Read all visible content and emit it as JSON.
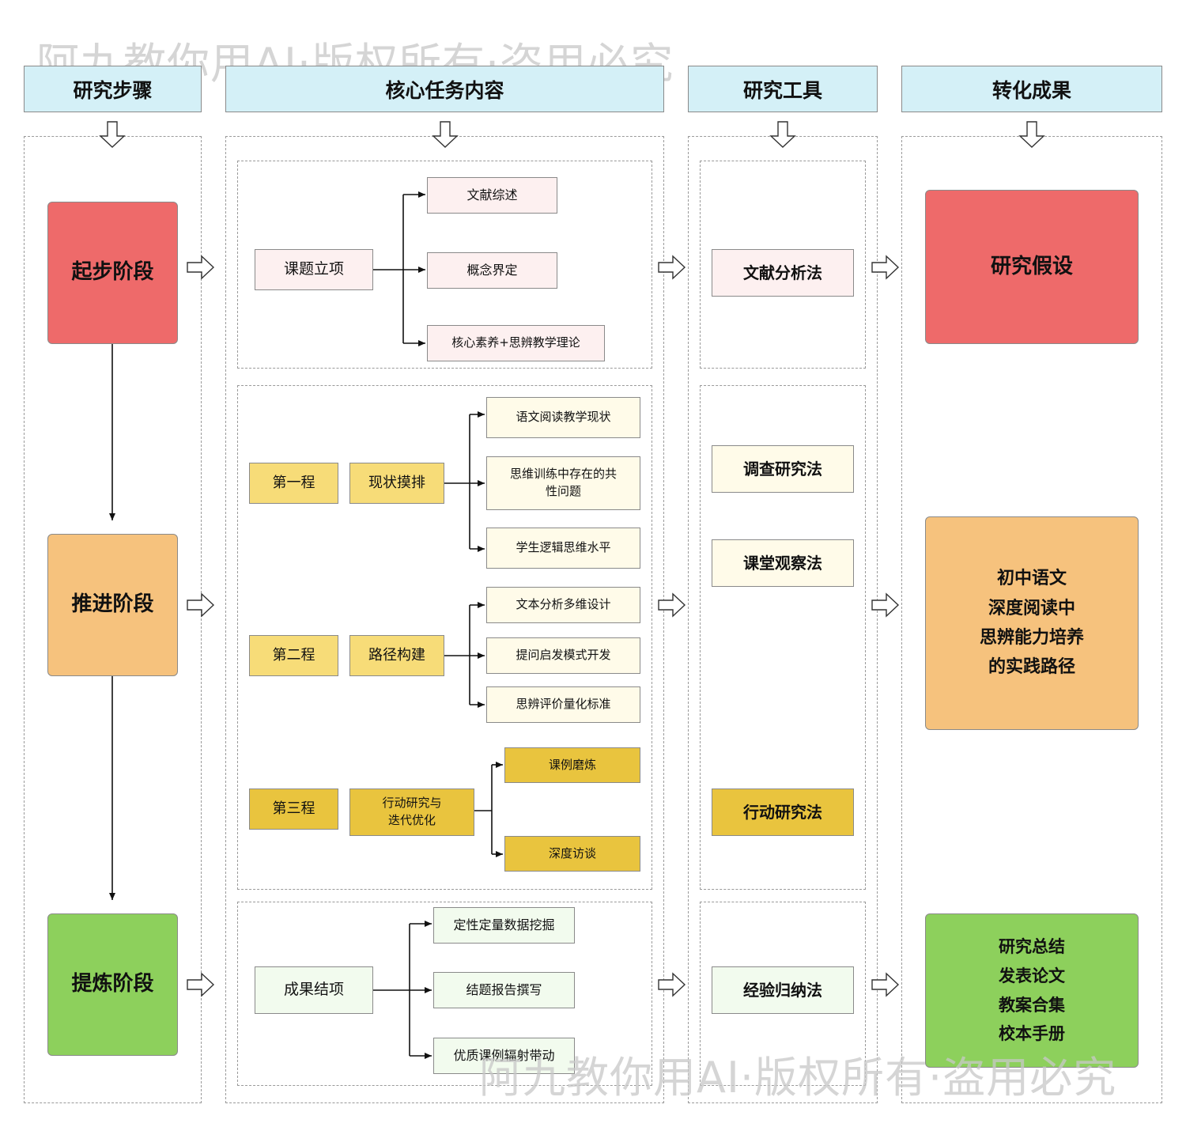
{
  "watermark": "阿九教你用AI·版权所有·盗用必究",
  "headers": {
    "steps": "研究步骤",
    "tasks": "核心任务内容",
    "tools": "研究工具",
    "outcomes": "转化成果"
  },
  "stages": {
    "start": "起步阶段",
    "advance": "推进阶段",
    "refine": "提炼阶段"
  },
  "tasks": {
    "start": {
      "root": "课题立项",
      "items": [
        "文献综述",
        "概念界定",
        "核心素养+思辨教学理论"
      ]
    },
    "advance": {
      "phase1": {
        "label": "第一程",
        "root": "现状摸排",
        "items": [
          "语文阅读教学现状",
          "思维训练中存在的共性问题",
          "学生逻辑思维水平"
        ]
      },
      "phase2": {
        "label": "第二程",
        "root": "路径构建",
        "items": [
          "文本分析多维设计",
          "提问启发模式开发",
          "思辨评价量化标准"
        ]
      },
      "phase3": {
        "label": "第三程",
        "root": "行动研究与迭代优化",
        "items": [
          "课例磨炼",
          "深度访谈"
        ]
      }
    },
    "refine": {
      "root": "成果结项",
      "items": [
        "定性定量数据挖掘",
        "结题报告撰写",
        "优质课例辐射带动"
      ]
    }
  },
  "tools": {
    "literature": "文献分析法",
    "survey": "调查研究法",
    "observation": "课堂观察法",
    "action": "行动研究法",
    "induction": "经验归纳法"
  },
  "outcomes": {
    "hypothesis": "研究假设",
    "path": [
      "初中语文",
      "深度阅读中",
      "思辨能力培养",
      "的实践路径"
    ],
    "final": [
      "研究总结",
      "发表论文",
      "教案合集",
      "校本手册"
    ]
  },
  "colors": {
    "header_bg": "#d4f0f7",
    "stage_start": "#ee6a6a",
    "stage_advance": "#f6c27d",
    "stage_refine": "#8dd05c",
    "phase_gold": "#f7dc78",
    "phase_mustard": "#e9c43e"
  }
}
